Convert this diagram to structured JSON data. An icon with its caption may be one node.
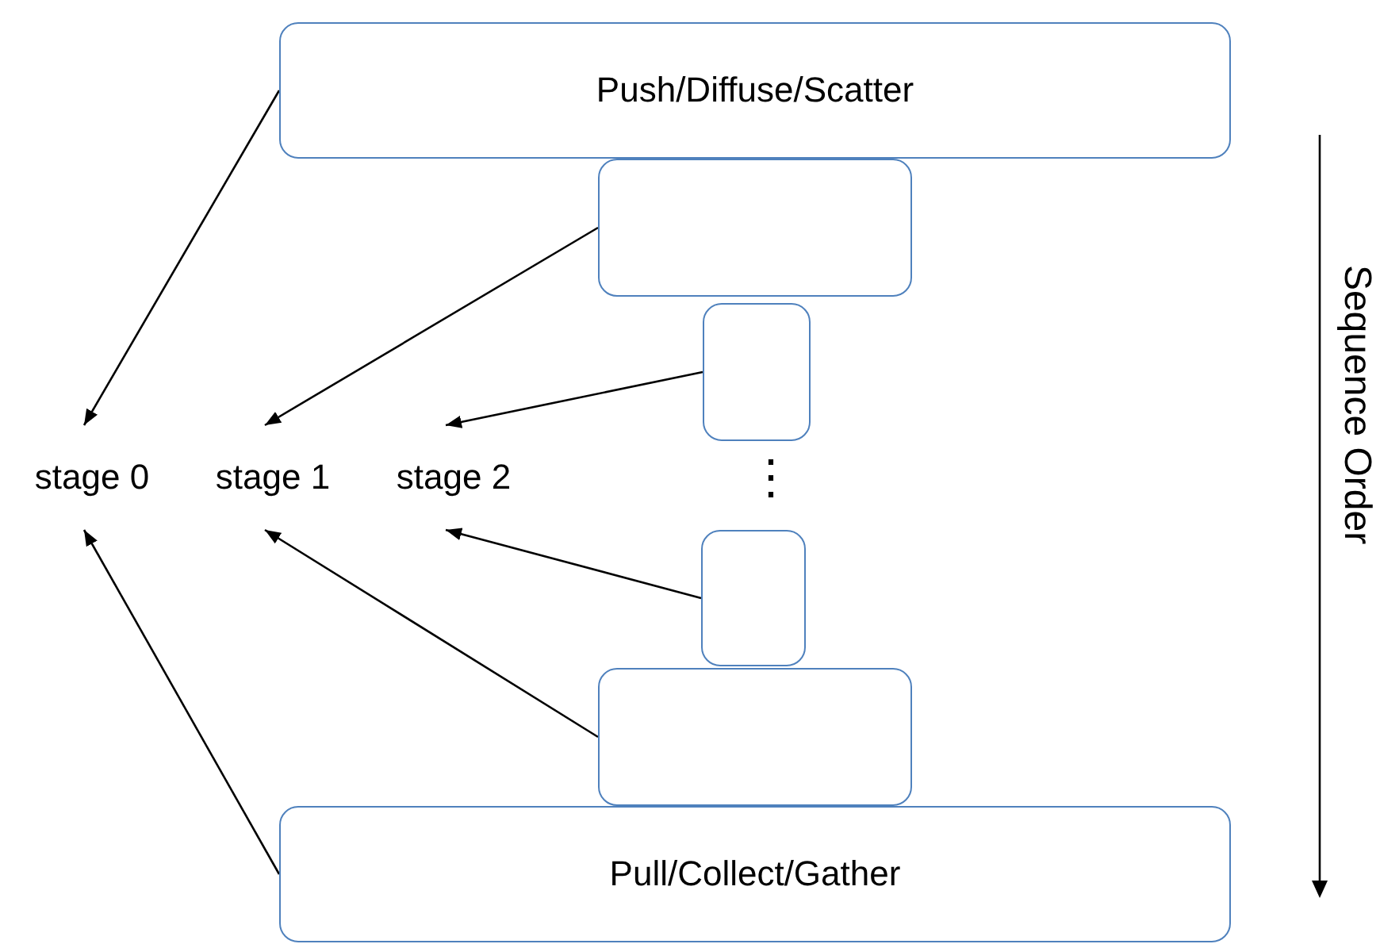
{
  "diagram": {
    "nodes": [
      {
        "text": [
          "Push/Diffuse/Scatter"
        ]
      },
      {
        "text": [],
        "shape": "box"
      },
      {
        "text": [],
        "shape": "box"
      },
      {
        "text": [],
        "shape": "box"
      },
      {
        "text": [],
        "shape": "box"
      },
      {
        "text": [
          "Pull/Collect/Gather"
        ]
      },
      {
        "text": [
          "stage 0"
        ]
      },
      {
        "text": [
          "stage 1"
        ]
      },
      {
        "text": [
          "stage 2"
        ]
      }
    ],
    "edges": [
      {
        "from": 0,
        "to": 6,
        "arrow": "to"
      },
      {
        "from": 1,
        "to": 7,
        "arrow": "to"
      },
      {
        "from": 2,
        "to": 8,
        "arrow": "to"
      },
      {
        "from": 3,
        "to": 8,
        "arrow": "to"
      },
      {
        "from": 4,
        "to": 7,
        "arrow": "to"
      },
      {
        "from": 5,
        "to": 6,
        "arrow": "to"
      }
    ],
    "labels": [
      "⋮",
      "Sequence Order"
    ]
  }
}
